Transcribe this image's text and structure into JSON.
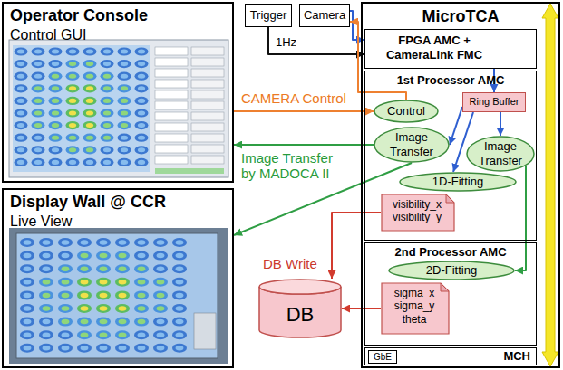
{
  "diagram": {
    "nodes": [
      {
        "text": [
          "Operator Console",
          "Control GUI"
        ]
      },
      {
        "text": [
          "Display Wall @ CCR",
          "Live View"
        ]
      },
      {
        "text": [
          "Trigger"
        ]
      },
      {
        "text": [
          "Camera"
        ]
      },
      {
        "text": [
          "MicroTCA"
        ]
      },
      {
        "text": [
          "FPGA AMC + CameraLink FMC"
        ],
        "in": 4
      },
      {
        "text": [
          "1st Processor AMC"
        ],
        "in": 4
      },
      {
        "text": [
          "Control"
        ],
        "in": 6
      },
      {
        "text": [
          "Ring Buffer"
        ],
        "in": 6
      },
      {
        "text": [
          "Image Transfer"
        ],
        "in": 6
      },
      {
        "text": [
          "Image Transfer"
        ],
        "in": 6
      },
      {
        "text": [
          "1D-Fitting"
        ],
        "in": 6
      },
      {
        "text": [
          "visibility_x visibility_y"
        ],
        "in": 6
      },
      {
        "text": [
          "2nd Processor AMC"
        ],
        "in": 4
      },
      {
        "text": [
          "2D-Fitting"
        ],
        "in": 13
      },
      {
        "text": [
          "sigma_x sigma_y theta"
        ],
        "in": 13
      },
      {
        "text": [
          "MCH"
        ],
        "in": 4
      },
      {
        "text": [
          "GbE"
        ],
        "in": 16
      },
      {
        "text": [
          "DB"
        ]
      }
    ],
    "edges": [
      {
        "from": 2,
        "to": 5,
        "arrow": "to"
      },
      {
        "from": 3,
        "to": 5,
        "arrow": "to"
      },
      {
        "from": 7,
        "to": 3,
        "arrow": "to"
      },
      {
        "from": 0,
        "to": 7,
        "arrow": "to"
      },
      {
        "from": 5,
        "to": 8,
        "arrow": "to"
      },
      {
        "from": 8,
        "to": 9,
        "arrow": "to"
      },
      {
        "from": 8,
        "to": 10,
        "arrow": "to"
      },
      {
        "from": 8,
        "to": 11,
        "arrow": "to"
      },
      {
        "from": 9,
        "to": 0,
        "arrow": "to"
      },
      {
        "from": 9,
        "to": 1,
        "arrow": "to"
      },
      {
        "from": 10,
        "to": 14,
        "arrow": "to"
      },
      {
        "from": 12,
        "to": 18,
        "arrow": "to"
      },
      {
        "from": 15,
        "to": 18,
        "arrow": "to"
      }
    ],
    "labels": [
      "1Hz",
      "CAMERA Control",
      "Image Transfer by MADOCA II",
      "DB Write"
    ]
  }
}
